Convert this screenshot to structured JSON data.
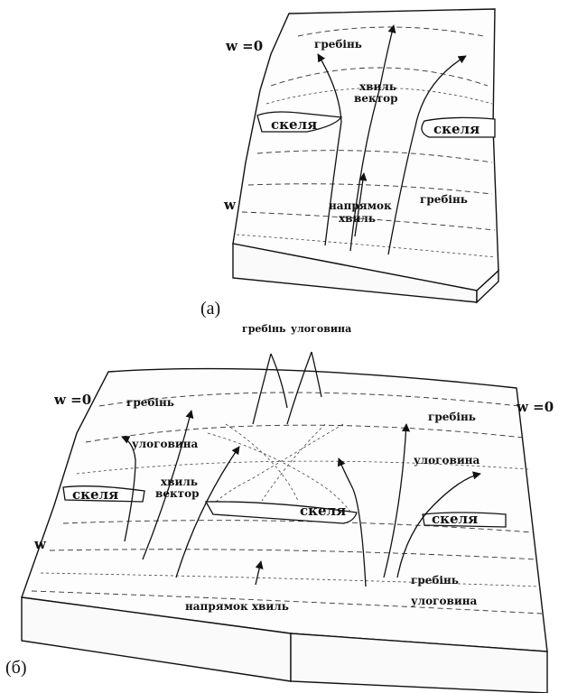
{
  "diagram_a": {
    "caption": "(а)",
    "labels": {
      "w0": "w =0",
      "w": "w",
      "crest_top": "гребінь",
      "wave_vector": "хвиль\nвектор",
      "cliff_left": "скеля",
      "cliff_right": "скеля",
      "wave_direction": "напрямок\nхвиль",
      "crest_right": "гребінь"
    }
  },
  "diagram_b": {
    "caption": "(б)",
    "labels": {
      "top_crest": "гребінь",
      "top_trough": "улоговина",
      "w0_left": "w =0",
      "w0_right": "w =0",
      "w": "w",
      "crest_left": "гребінь",
      "trough_left": "улоговина",
      "wave_vector": "хвиль\nвектор",
      "cliff_left": "скеля",
      "cliff_center": "скеля",
      "crest_right_top": "гребінь",
      "trough_right": "улоговина",
      "cliff_right": "скеля",
      "crest_right_bottom": "гребінь",
      "trough_right_bottom": "улоговина",
      "wave_direction": "напрямок хвиль"
    }
  }
}
